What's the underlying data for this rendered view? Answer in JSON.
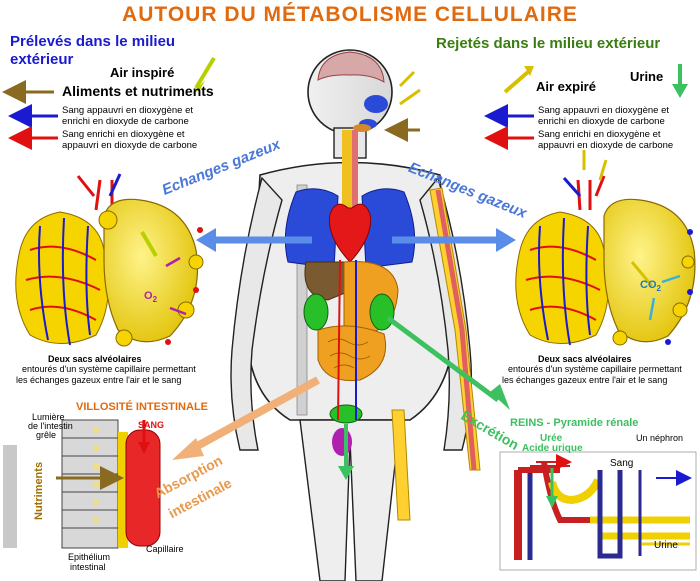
{
  "title": "AUTOUR DU MÉTABOLISME CELLULAIRE",
  "left_heading_line1": "Prélevés dans le milieu",
  "left_heading_line2": "extérieur",
  "right_heading": "Rejetés dans le milieu extérieur",
  "air_inspire": "Air inspiré",
  "aliments": "Aliments et nutriments",
  "air_expire": "Air expiré",
  "urine_top": "Urine",
  "legend_blue_1": "Sang appauvri en dioxygène et",
  "legend_blue_2": "enrichi en dioxyde de carbone",
  "legend_red_1": "Sang enrichi en dioxygène et",
  "legend_red_2": "appauvri en dioxyde de carbone",
  "echanges_gazeux": "Echanges gazeux",
  "o2": "O",
  "o2_sub": "2",
  "co2": "CO",
  "co2_sub": "2",
  "sacs_1": "Deux sacs alvéolaires",
  "sacs_2": "entourés d'un système capillaire permettant",
  "sacs_3": "les échanges gazeux entre l'air et le sang",
  "villosite": "VILLOSITÉ INTESTINALE",
  "lumiere_1": "Lumière",
  "lumiere_2": "de l'intestin",
  "lumiere_3": "grêle",
  "sang_label": "SANG",
  "nutriments": "Nutriments",
  "epithelium_1": "Epithélium",
  "epithelium_2": "intestinal",
  "capillaire": "Capillaire",
  "absorption_1": "Absorption",
  "absorption_2": "intestinale",
  "excretion": "Excrétion",
  "reins": "REINS",
  "pyramide": " - Pyramide rénale",
  "un_nephron": "Un néphron",
  "uree": "Urée",
  "acide_urique": "Acide urique",
  "sang_right": "Sang",
  "urine_bottom": "Urine",
  "colors": {
    "title": "#e06a10",
    "blue_blood": "#1a1ad0",
    "red_blood": "#e01010",
    "alveoli": "#f2d800",
    "gas_arrow": "#5a8de8",
    "absorption": "#f0b078",
    "excretion": "#3cc060"
  }
}
